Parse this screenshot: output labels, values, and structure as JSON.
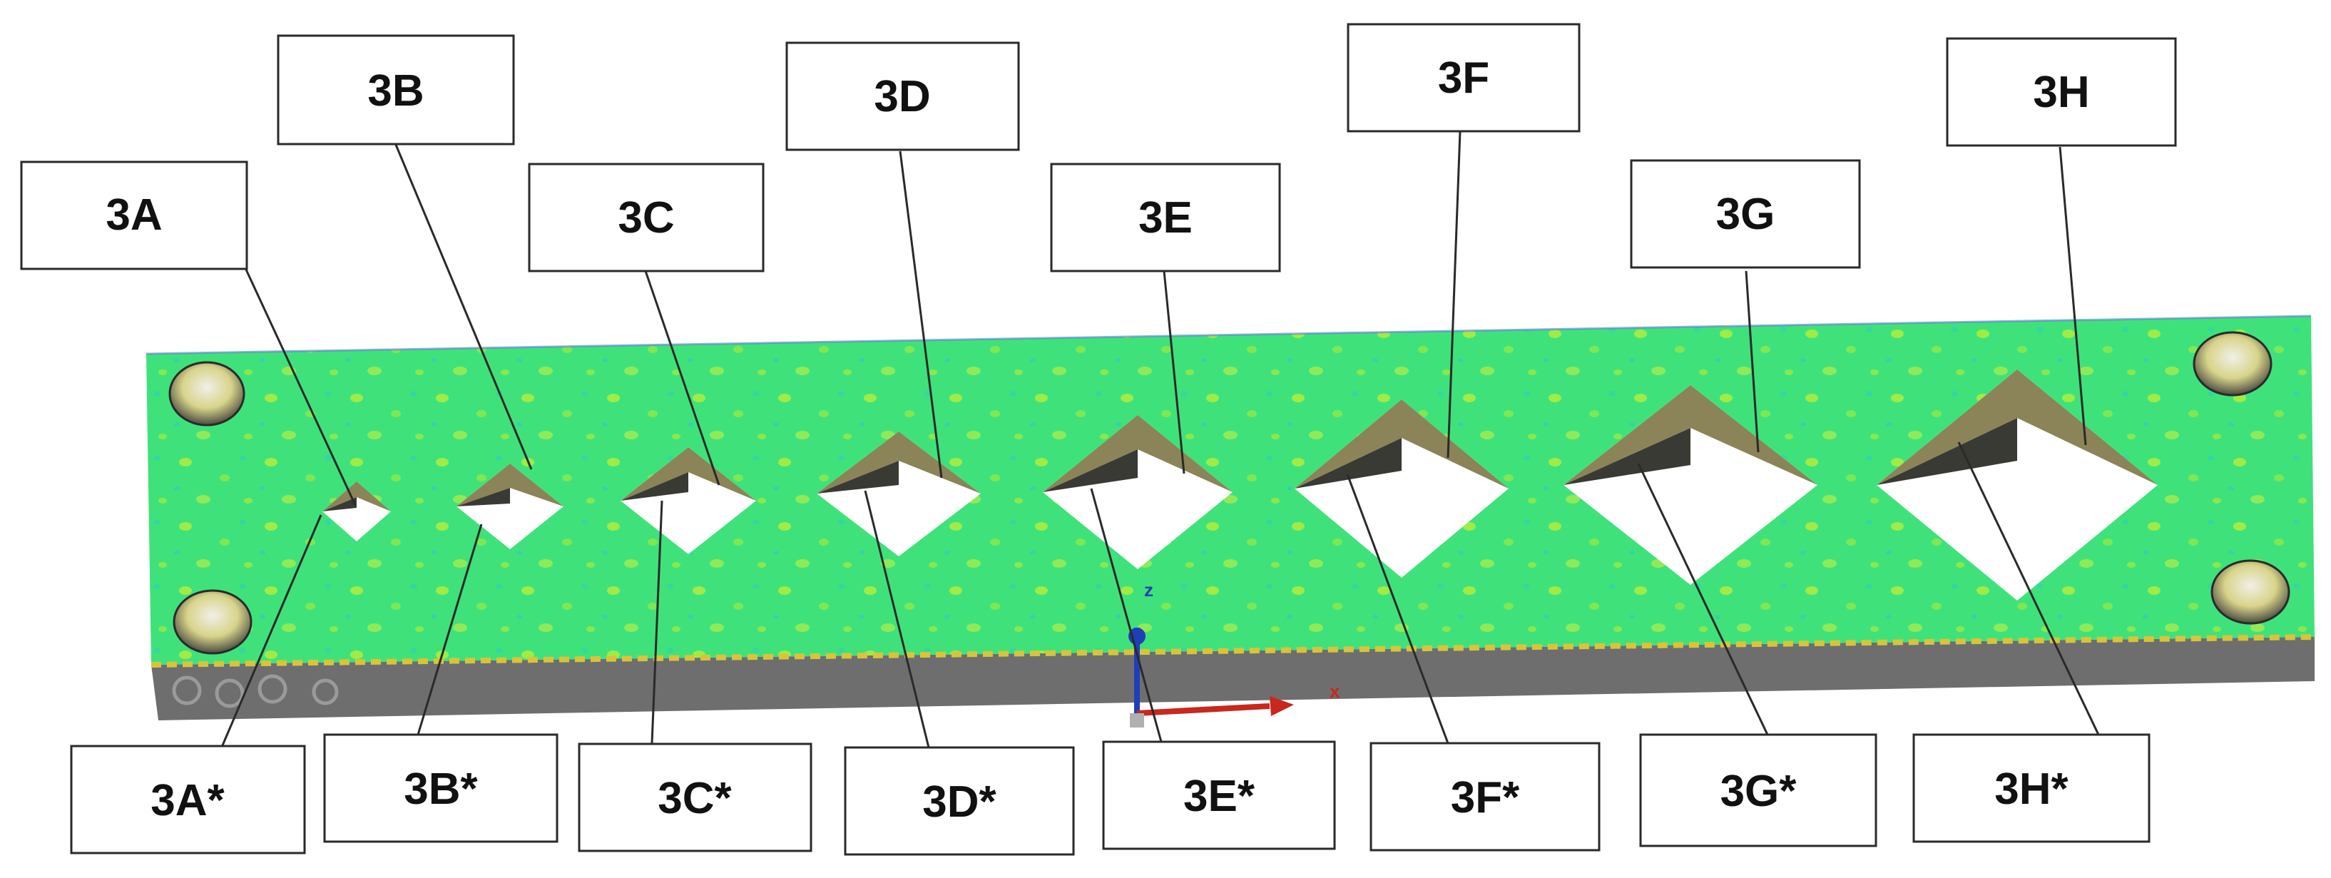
{
  "colors": {
    "plate_top": "#3fe27a",
    "plate_speckle": "#b8ee3a",
    "plate_side": "#6e6e6e",
    "hole_wall": "#8a8458",
    "hole_wall_dark": "#3a3a34",
    "axis_z": "#1f3fb8",
    "axis_x": "#c8281e"
  },
  "axes": {
    "z_label": "z",
    "x_label": "x"
  },
  "holes": [
    {
      "id": "3A",
      "label": "3A",
      "star_label": "3A*"
    },
    {
      "id": "3B",
      "label": "3B",
      "star_label": "3B*"
    },
    {
      "id": "3C",
      "label": "3C",
      "star_label": "3C*"
    },
    {
      "id": "3D",
      "label": "3D",
      "star_label": "3D*"
    },
    {
      "id": "3E",
      "label": "3E",
      "star_label": "3E*"
    },
    {
      "id": "3F",
      "label": "3F",
      "star_label": "3F*"
    },
    {
      "id": "3G",
      "label": "3G",
      "star_label": "3G*"
    },
    {
      "id": "3H",
      "label": "3H",
      "star_label": "3H*"
    }
  ]
}
